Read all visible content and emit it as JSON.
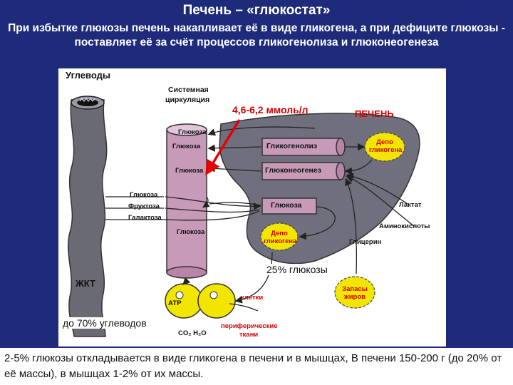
{
  "header": {
    "title": "Печень – «глюкостат»",
    "subtitle": "При избытке глюкозы печень накапливает её в виде гликогена, а при дефиците глюкозы  - поставляет её  за счёт процессов гликогенолиза и глюконеогенеза"
  },
  "diagram": {
    "carbohydrates": "Углеводы",
    "gut": "ЖКТ",
    "systemic_1": "Системная",
    "systemic_2": "циркуляция",
    "glucose_range": "4,6-6,2 ммоль/л",
    "liver": "ПЕЧЕНЬ",
    "tube_glucose_1": "Глюкоза",
    "tube_glucose_2": "Глюкоза",
    "tube_glucose_3": "Глюкоза",
    "tube_glucose_4": "Глюкоза",
    "glycogenolysis": "Гликогенолиз",
    "gluconeogenesis": "Глюконеогенез",
    "glycogen_depot_1": "Депо гликогена",
    "glycogen_depot_2": "Депо гликогена",
    "gut_glucose": "Глюкоза",
    "gut_fructose": "Фруктоза",
    "gut_galactose": "Галактоза",
    "liver_glucose": "Глюкоза",
    "lactate": "Лактат",
    "amino_acids": "Аминокислоты",
    "glycerol": "Глицерин",
    "pct_glucose": "25% глюкозы",
    "fat_stores": "Запасы жиров",
    "cells": "клетки",
    "atp": "АТР",
    "co2_h2o": "CO₂  H₂O",
    "peripheral_1": "периферические",
    "peripheral_2": "ткани",
    "carbs_70": "до 70% углеводов"
  },
  "footer": {
    "text": "2-5% глюкозы откладывается в виде гликогена в печени и в мышцах, В печени 150-200 г (до 20% от её массы), в мышцах 1-2% от их массы."
  },
  "colors": {
    "background": "#1e2a7a",
    "liver": "#6f6f7e",
    "tube": "#c79ab8",
    "cells": "#f2e600",
    "arrow": "#e60000"
  }
}
